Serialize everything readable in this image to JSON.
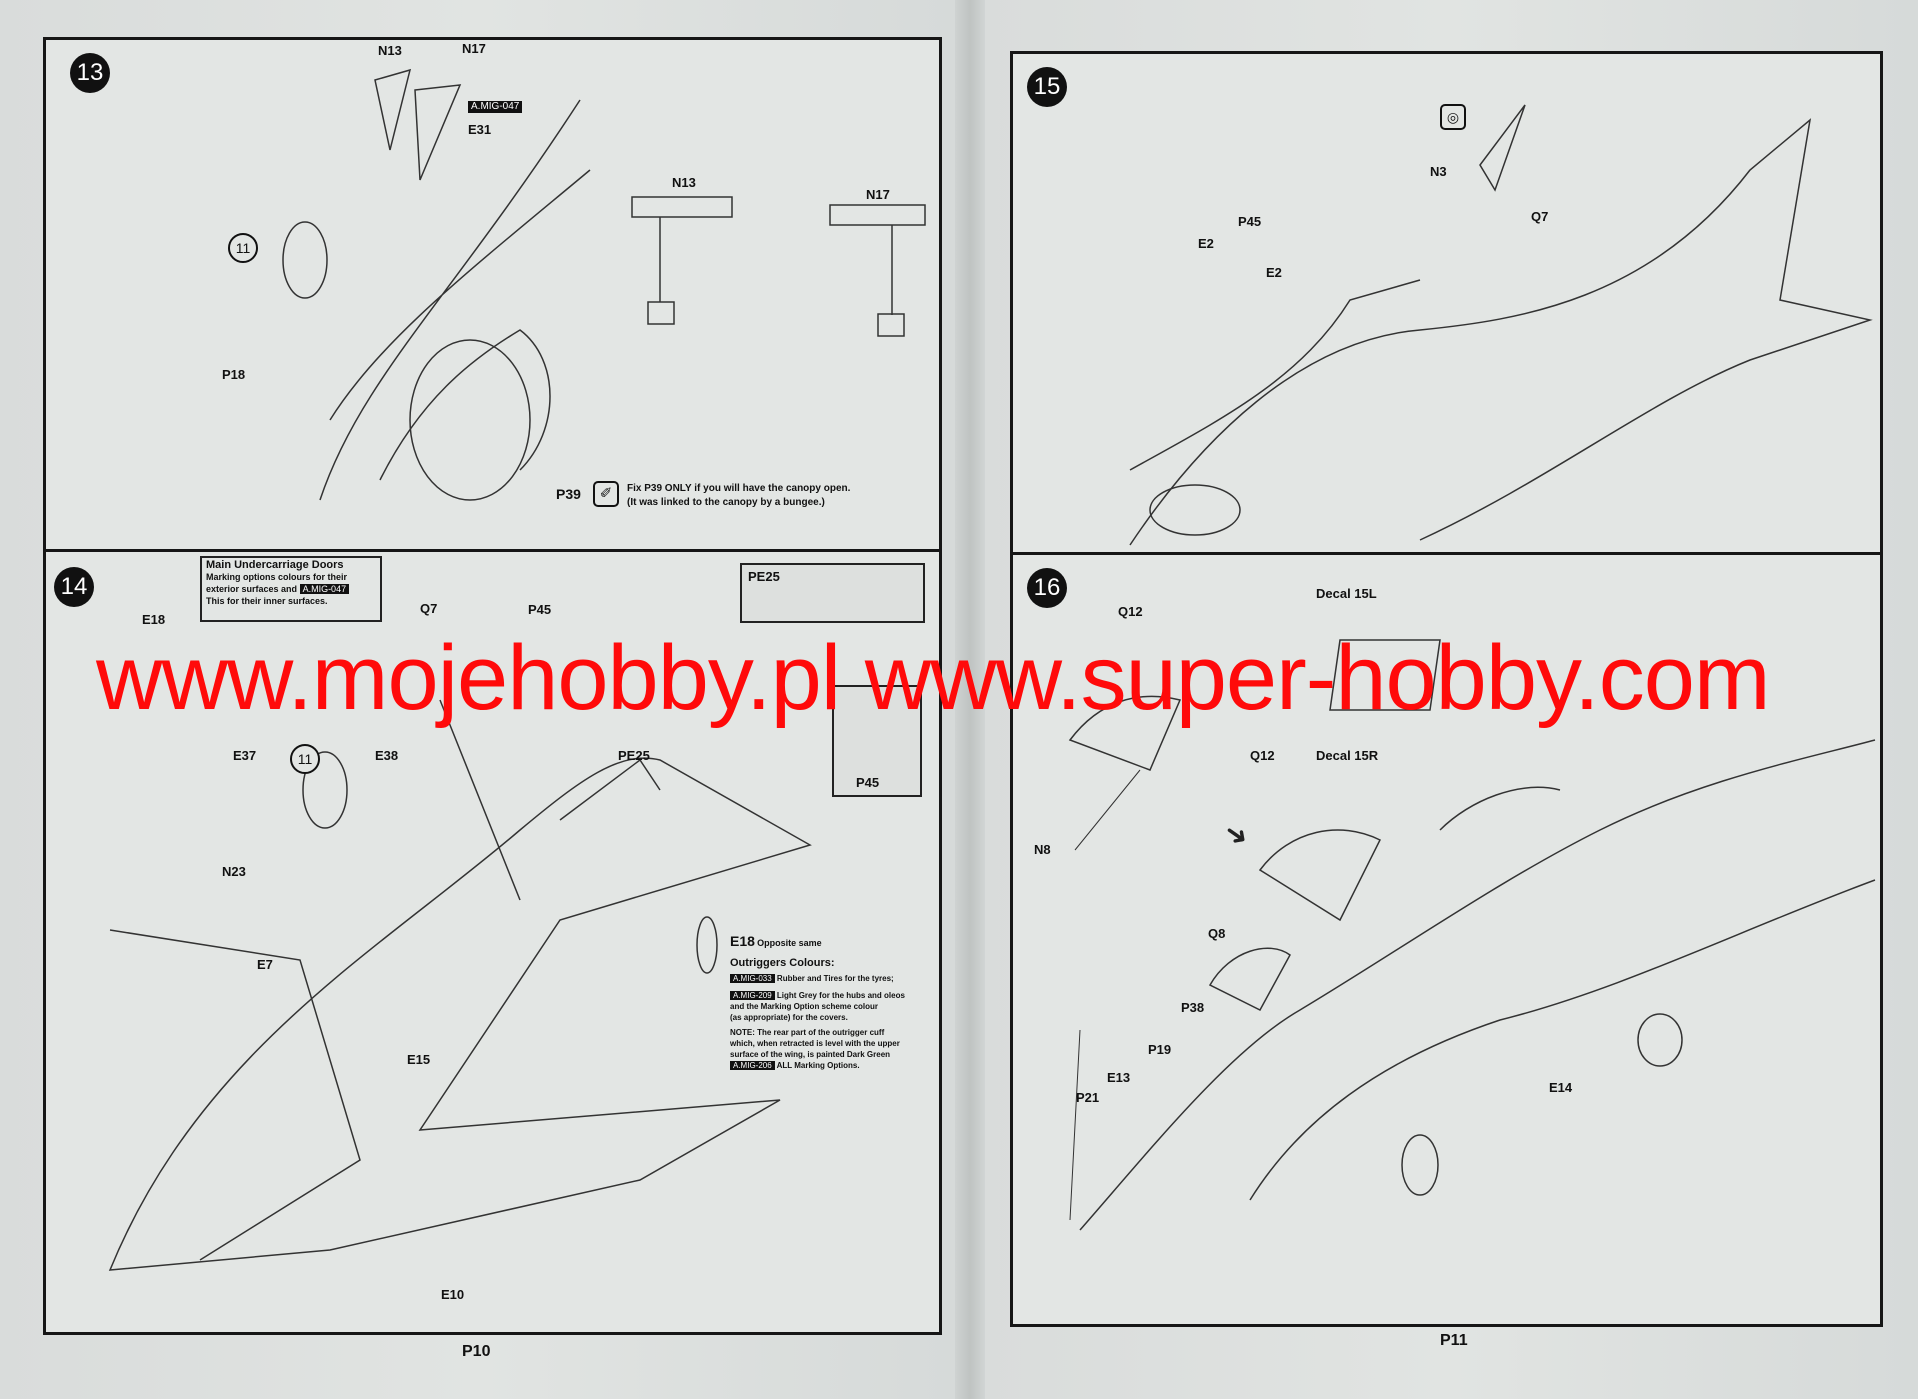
{
  "watermark": "www.mojehobby.pl www.super-hobby.com",
  "left_page": {
    "page_number": "P10",
    "step13": {
      "number": "13",
      "labels": {
        "n13": "N13",
        "n17": "N17",
        "e31": "E31",
        "p18": "P18",
        "p39": "P39",
        "n13_detail": "N13",
        "n17_detail": "N17"
      },
      "paint_tag": "A.MIG-047",
      "subassembly_ref": "11",
      "note_line1": "Fix P39 ONLY if you will have the canopy open.",
      "note_line2": "(It was linked to the canopy by a bungee.)"
    },
    "step14": {
      "number": "14",
      "labels": {
        "e18": "E18",
        "e37": "E37",
        "e38": "E38",
        "n23": "N23",
        "e7": "E7",
        "e15": "E15",
        "e10": "E10",
        "q7": "Q7",
        "p45": "P45",
        "pe25": "PE25",
        "pe25_inset": "PE25",
        "p45_inset": "P45"
      },
      "subassembly_ref": "11",
      "undercarriage_box": {
        "title": "Main Undercarriage Doors",
        "line1": "Marking options colours for their",
        "line2": "exterior surfaces and",
        "tag": "A.MIG-047",
        "line3": "This for their inner surfaces."
      },
      "outrigger": {
        "e18_label": "E18",
        "e18_note": "Opposite same",
        "title": "Outriggers Colours:",
        "tag1": "A.MIG-033",
        "text1": "Rubber and Tires for the tyres;",
        "tag2": "A.MIG-209",
        "text2a": "Light Grey for the hubs and oleos",
        "text2b": "and the Marking Option scheme colour",
        "text2c": "(as appropriate) for the covers.",
        "note1": "NOTE: The rear part of the outrigger cuff",
        "note2": "which, when retracted is level with the upper",
        "note3": "surface of the wing, is painted Dark Green",
        "tag3": "A.MIG-206",
        "text3": "ALL Marking Options."
      }
    }
  },
  "right_page": {
    "page_number": "P11",
    "step15": {
      "number": "15",
      "labels": {
        "n3": "N3",
        "q7": "Q7",
        "p45": "P45",
        "e2a": "E2",
        "e2b": "E2"
      }
    },
    "step16": {
      "number": "16",
      "labels": {
        "decal15l": "Decal 15L",
        "decal15r": "Decal 15R",
        "q12a": "Q12",
        "q12b": "Q12",
        "n8": "N8",
        "q8": "Q8",
        "p38": "P38",
        "p19": "P19",
        "e13": "E13",
        "p21": "P21",
        "e14": "E14"
      }
    }
  }
}
